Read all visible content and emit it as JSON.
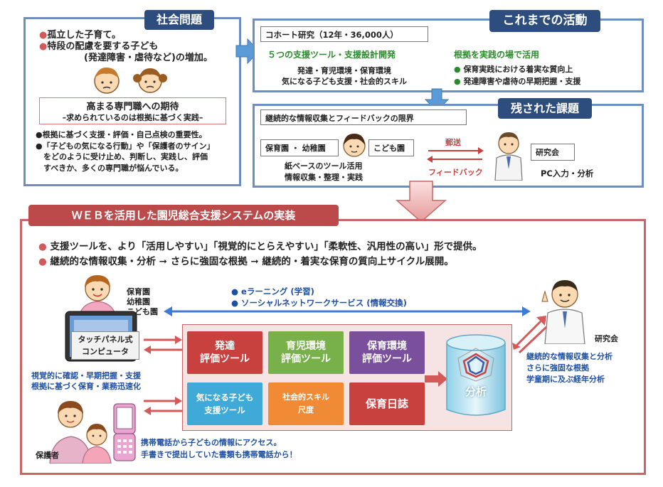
{
  "social": {
    "header": "社会問題",
    "bullets": [
      "孤立した子育て。",
      "特段の配慮を要する子ども",
      "(発達障害・虐待など)の増加。"
    ],
    "expectation_title": "高まる専門職への期待",
    "expectation_sub": "–求められているのは根拠に基づく実践–",
    "notes": [
      "●根拠に基づく支援・評価・自己点検の重要性。",
      "●「子どもの気になる行動」や「保護者のサイン」",
      "　をどのように受け止め、判断し、実践し、評価",
      "　すべきか、多くの専門職が悩んでいる。"
    ]
  },
  "activities": {
    "header": "これまでの活動",
    "cohort": "コホート研究（12年・36,000人）",
    "tools_title": "５つの支援ツール・支援設計開発",
    "tools_lines": [
      "発達・育児環境・保育環境",
      "気になる子ども支援・社会的スキル"
    ],
    "practice_title": "根拠を実践の場で活用",
    "practice_items": [
      "保育実践における着実な質向上",
      "発達障害や虐待の早期把握・支援"
    ]
  },
  "issues": {
    "header": "残された課題",
    "limit": "継続的な情報収集とフィードバックの限界",
    "facilities": "保育園 ・ 幼稚園",
    "kodomoen": "こども園",
    "paper_lines": [
      "紙ベースのツール活用",
      "情報収集・整理・実践"
    ],
    "mail": "郵送",
    "feedback": "フィードバック",
    "research": "研究会",
    "pc": "PC入力・分析"
  },
  "web": {
    "header": "ＷＥＢを活用した園児総合支援システムの実装",
    "bullets": [
      "支援ツールを、より「活用しやすい」「視覚的にとらえやすい」「柔軟性、汎用性の高い」形で提供。",
      "継続的な情報収集・分析 ➞ さらに強固な根拠 ➞ 継続的・着実な保育の質向上サイクル展開。"
    ],
    "elearning": "● eラーニング (学習)",
    "sns": "● ソーシャルネットワークサービス (情報交換)",
    "facilities": [
      "保育園",
      "幼稚園",
      "こども園"
    ],
    "tablet": [
      "タッチパネル式",
      "コンピュータ"
    ],
    "tablet_caption": [
      "視覚的に確認・早期把握・支援",
      "根拠に基づく保育・業務迅速化"
    ],
    "tools": [
      {
        "label": [
          "発達",
          "評価ツール"
        ],
        "color": "#c9413f"
      },
      {
        "label": [
          "育児環境",
          "評価ツール"
        ],
        "color": "#78b04a"
      },
      {
        "label": [
          "保育環境",
          "評価ツール"
        ],
        "color": "#7a4f9c"
      },
      {
        "label": [
          "気になる子ども",
          "支援ツール"
        ],
        "color": "#3fa9d8"
      },
      {
        "label": [
          "社会的スキル",
          "尺度"
        ],
        "color": "#f08a34"
      },
      {
        "label": [
          "保育日誌"
        ],
        "color": "#c9413f"
      }
    ],
    "analysis": "分析",
    "research": "研究会",
    "research_lines": [
      "継続的な情報収集と分析",
      "さらに強固な根拠",
      "学童期に及ぶ経年分析"
    ],
    "guardian": "保護者",
    "phone_lines": [
      "携帯電話から子どもの情報にアクセス。",
      "手書きで提出していた書類も携帯電話から！"
    ]
  }
}
